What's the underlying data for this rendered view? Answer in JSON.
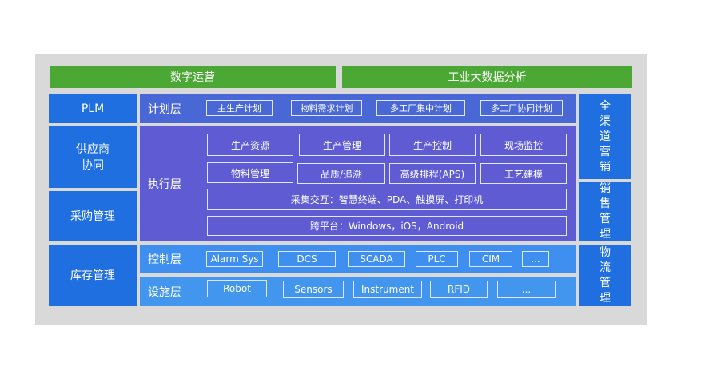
{
  "top": {
    "left": "数字运营",
    "right": "工业大数据分析"
  },
  "left_col": {
    "plm": "PLM",
    "supply_line1": "供应商",
    "supply_line2": "协同",
    "purchase": "采购管理",
    "inventory": "库存管理"
  },
  "right_col": {
    "channel": "全渠道营销",
    "sales": "销售管理",
    "logistics": "物流管理"
  },
  "plan": {
    "label": "计划层",
    "items": [
      "主生产计划",
      "物料需求计划",
      "多工厂集中计划",
      "多工厂协同计划"
    ]
  },
  "exec": {
    "label": "执行层",
    "row1": [
      "生产资源",
      "生产管理",
      "生产控制",
      "现场监控"
    ],
    "row2": [
      "物料管理",
      "品质/追溯",
      "高级排程(APS)",
      "工艺建模"
    ],
    "collect": "采集交互：智慧终端、PDA、触摸屏、打印机",
    "platform": "跨平台：Windows，iOS，Android"
  },
  "control": {
    "label": "控制层",
    "items": [
      "Alarm Sys",
      "DCS",
      "SCADA",
      "PLC",
      "CIM",
      "..."
    ]
  },
  "facility": {
    "label": "设施层",
    "items": [
      "Robot",
      "Sensors",
      "Instrument",
      "RFID",
      "..."
    ]
  },
  "colors": {
    "green": "#4ca834",
    "blue": "#1f6fe0",
    "plan": "#4a67d6",
    "exec": "#5e5bd3",
    "control": "#3f8ff0"
  }
}
